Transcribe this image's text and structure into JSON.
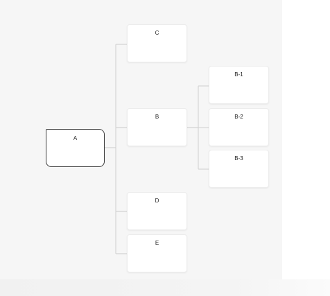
{
  "diagram": {
    "root": {
      "label": "A"
    },
    "children": [
      {
        "label": "C"
      },
      {
        "label": "B"
      },
      {
        "label": "D"
      },
      {
        "label": "E"
      }
    ],
    "grandchildren": [
      {
        "label": "B-1"
      },
      {
        "label": "B-2"
      },
      {
        "label": "B-3"
      }
    ]
  },
  "colors": {
    "canvas": "#f6f6f6",
    "node_fill": "#ffffff",
    "node_border": "#ececec",
    "root_border": "#3a3a3a",
    "connector": "#d4d4d4"
  }
}
